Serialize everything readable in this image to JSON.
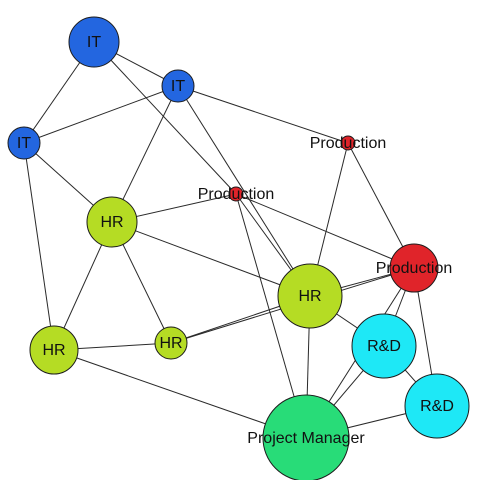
{
  "colors": {
    "IT": "#2366e0",
    "HR": "#b5dc24",
    "Production": "#e0242a",
    "R&D": "#1ee8f6",
    "Project Manager": "#28dc78"
  },
  "nodes": [
    {
      "id": "it1",
      "label": "IT",
      "group": "IT"
    },
    {
      "id": "it2",
      "label": "IT",
      "group": "IT"
    },
    {
      "id": "it3",
      "label": "IT",
      "group": "IT"
    },
    {
      "id": "prod1",
      "label": "Production",
      "group": "Production"
    },
    {
      "id": "prod2",
      "label": "Production",
      "group": "Production"
    },
    {
      "id": "prod3",
      "label": "Production",
      "group": "Production"
    },
    {
      "id": "hr1",
      "label": "HR",
      "group": "HR"
    },
    {
      "id": "hr2",
      "label": "HR",
      "group": "HR"
    },
    {
      "id": "hr3",
      "label": "HR",
      "group": "HR"
    },
    {
      "id": "hr4",
      "label": "HR",
      "group": "HR"
    },
    {
      "id": "rd1",
      "label": "R&D",
      "group": "R&D"
    },
    {
      "id": "rd2",
      "label": "R&D",
      "group": "R&D"
    },
    {
      "id": "pm",
      "label": "Project Manager",
      "group": "Project Manager"
    }
  ],
  "edges": [
    [
      "it1",
      "it2"
    ],
    [
      "it1",
      "it3"
    ],
    [
      "it1",
      "prod2"
    ],
    [
      "it2",
      "it3"
    ],
    [
      "it2",
      "hr1"
    ],
    [
      "it2",
      "prod1"
    ],
    [
      "it2",
      "hr2"
    ],
    [
      "it3",
      "hr1"
    ],
    [
      "it3",
      "hr3"
    ],
    [
      "prod1",
      "hr2"
    ],
    [
      "prod1",
      "prod3"
    ],
    [
      "prod2",
      "hr1"
    ],
    [
      "prod2",
      "hr2"
    ],
    [
      "prod2",
      "pm"
    ],
    [
      "prod2",
      "prod3"
    ],
    [
      "hr1",
      "hr2"
    ],
    [
      "hr1",
      "hr4"
    ],
    [
      "hr1",
      "hr3"
    ],
    [
      "hr2",
      "hr4"
    ],
    [
      "hr2",
      "pm"
    ],
    [
      "hr2",
      "rd1"
    ],
    [
      "hr2",
      "prod3"
    ],
    [
      "hr3",
      "hr4"
    ],
    [
      "hr3",
      "pm"
    ],
    [
      "hr4",
      "prod3"
    ],
    [
      "prod3",
      "rd1"
    ],
    [
      "prod3",
      "rd2"
    ],
    [
      "prod3",
      "pm"
    ],
    [
      "rd1",
      "rd2"
    ],
    [
      "rd1",
      "pm"
    ],
    [
      "rd2",
      "pm"
    ]
  ]
}
